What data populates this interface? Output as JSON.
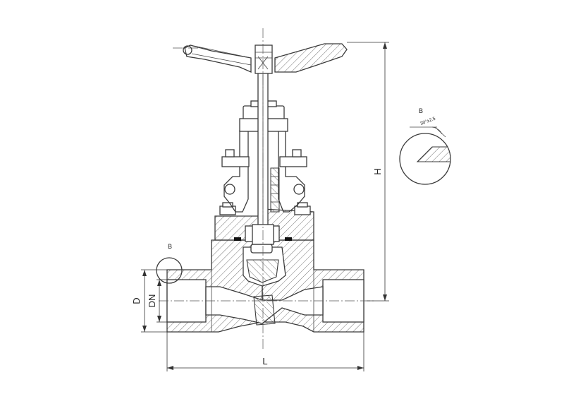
{
  "dimensions": {
    "height_label": "H",
    "length_label": "L",
    "outer_diameter_label": "D",
    "nominal_diameter_label": "DN"
  },
  "details": {
    "callout_label": "B",
    "detail_title": "B",
    "bevel_angle": "30°±2.5"
  }
}
